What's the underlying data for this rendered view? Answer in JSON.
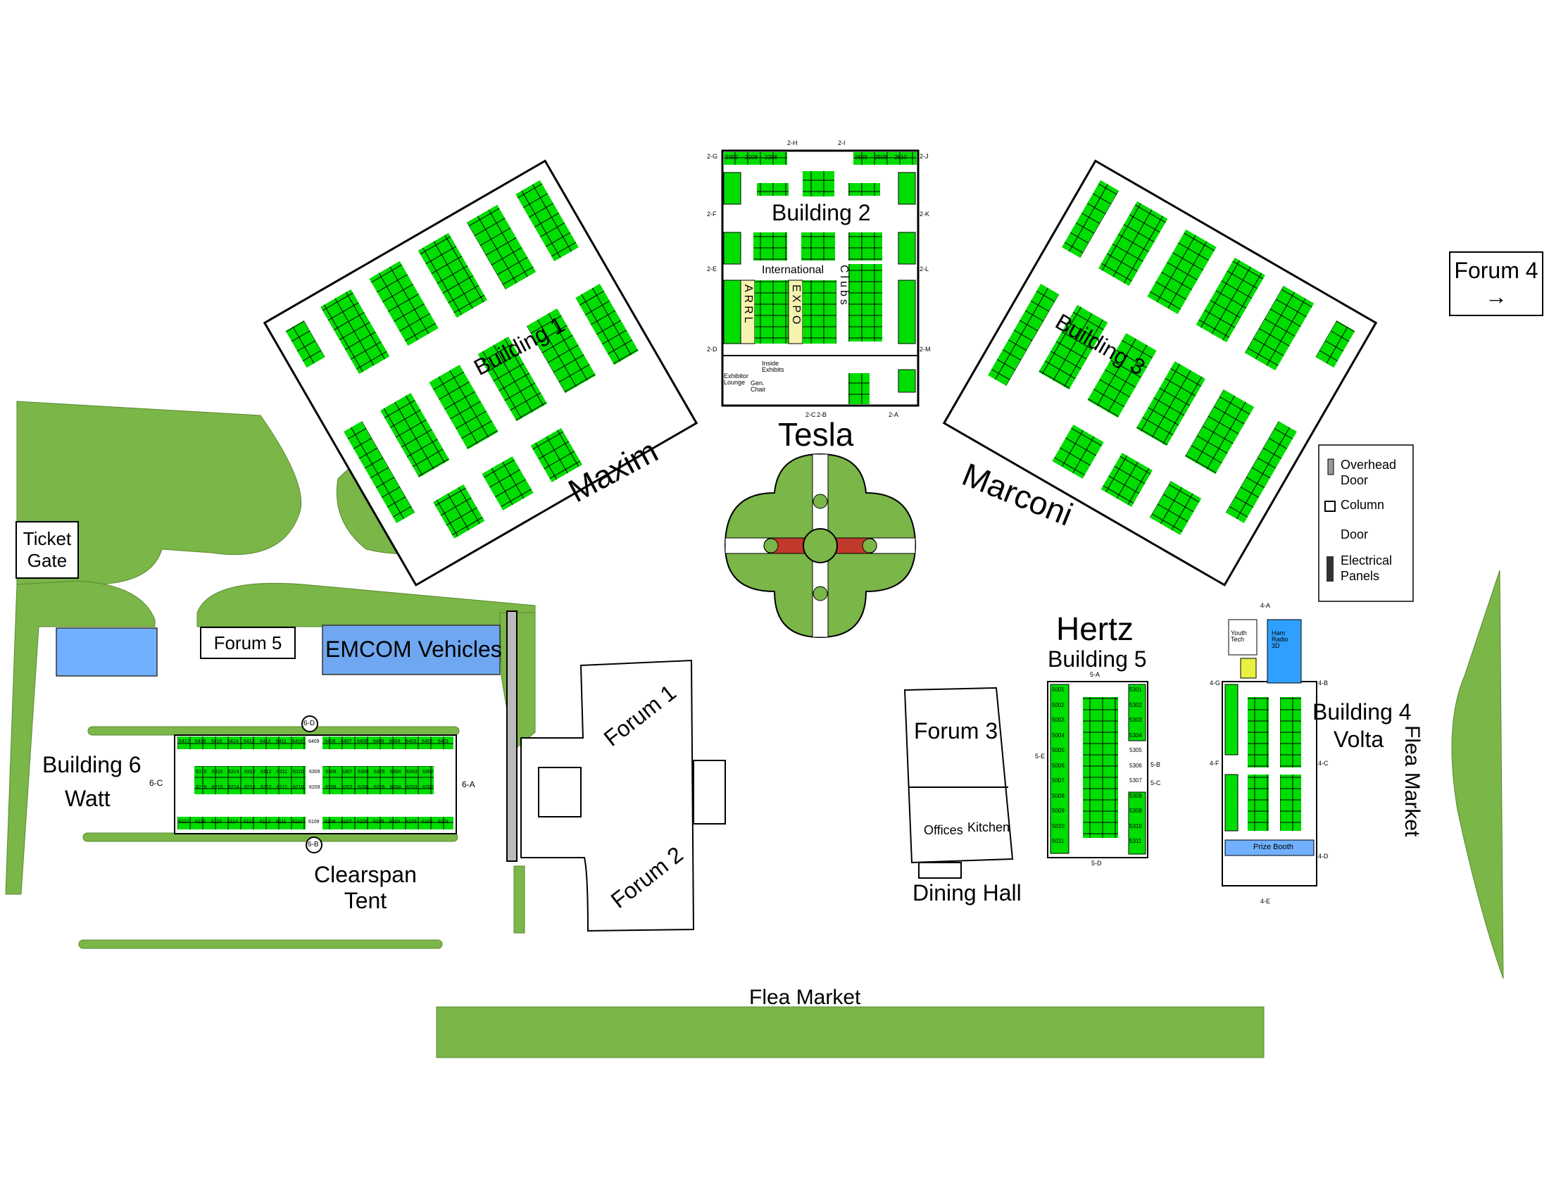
{
  "colors": {
    "grass": "#7ab648",
    "booth": "#00dd00",
    "water": "#70b0ff",
    "emcom": "#6fa8f0",
    "path": "#c0392b",
    "outline": "#000000",
    "yellow": "#f6f3b0"
  },
  "labels": {
    "tesla": "Tesla",
    "maxim": "Maxim",
    "marconi": "Marconi",
    "hertz": "Hertz",
    "building1": "Building 1",
    "building2": "Building 2",
    "building3": "Building 3",
    "building4": "Building 4",
    "volta": "Volta",
    "building5": "Building 5",
    "building6": "Building 6",
    "watt": "Watt",
    "forum1": "Forum 1",
    "forum2": "Forum 2",
    "forum3": "Forum 3",
    "forum4": "Forum 4",
    "forum4_arrow": "→",
    "forum5": "Forum 5",
    "emcom": "EMCOM Vehicles",
    "ticket": "Ticket\nGate",
    "dining": "Dining Hall",
    "clearspan": "Clearspan\nTent",
    "flea1": "Flea Market",
    "flea2": "Flea Market",
    "offices": "Offices",
    "kitchen": "Kitchen",
    "international": "International",
    "clubs": "Clubs",
    "arrl": "ARRL",
    "expo": "EXPO",
    "exhibitor_lounge": "Exhibitor Lounge",
    "inside_exhibits": "Inside Exhibits",
    "gen_chair": "Gen. Chair",
    "prize_booth": "Prize Booth",
    "youth_tech": "Youth Tech",
    "ham_radio": "Ham Radio 3D"
  },
  "legend": {
    "overhead_door": "Overhead Door",
    "column": "Column",
    "door": "Door",
    "electrical": "Electrical Panels"
  },
  "doors": {
    "b2": [
      "2-G",
      "2-H",
      "2-I",
      "2-J",
      "2-F",
      "2-K",
      "2-E",
      "2-L",
      "2-D",
      "2-M",
      "2-C",
      "2-B",
      "2-A"
    ],
    "b6": [
      "6-D",
      "6-C",
      "6-A",
      "6-B"
    ],
    "b5": [
      "5-A",
      "5-E",
      "5-B",
      "5-C",
      "5-D"
    ],
    "b4": [
      "4-A",
      "4-G",
      "4-B",
      "4-F",
      "4-C",
      "4-D",
      "4-E"
    ]
  },
  "booths": {
    "b2_top": [
      "2009",
      "2108",
      "2208",
      "2609",
      "2509",
      "2610"
    ],
    "b6_top": [
      "6417",
      "6416",
      "6415",
      "6414",
      "6413",
      "6412",
      "6411",
      "6410",
      "6409",
      "6408",
      "6407",
      "6406",
      "6405",
      "6404",
      "6403",
      "6402",
      "6401"
    ],
    "b6_mid1": [
      "6316",
      "6315",
      "6314",
      "6313",
      "6312",
      "6311",
      "6310",
      "6309",
      "6308",
      "6307",
      "6306",
      "6305",
      "6304",
      "6303",
      "6302"
    ],
    "b6_mid2": [
      "6216",
      "6215",
      "6214",
      "6213",
      "6212",
      "6211",
      "6210",
      "6209",
      "6208",
      "6207",
      "6206",
      "6205",
      "6204",
      "6203",
      "6202"
    ],
    "b6_bot": [
      "6117",
      "6116",
      "6115",
      "6114",
      "6113",
      "6112",
      "6111",
      "6110",
      "6109",
      "6108",
      "6107",
      "6106",
      "6105",
      "6104",
      "6103",
      "6102",
      "6101"
    ],
    "b5_left": [
      "5001",
      "5002",
      "5003",
      "5004",
      "5005",
      "5006",
      "5007",
      "5008",
      "5009",
      "5010",
      "5011"
    ],
    "b5_right": [
      "5301",
      "5302",
      "5303",
      "5304",
      "5305",
      "5306",
      "5307",
      "5308",
      "5309",
      "5310",
      "5311"
    ]
  }
}
